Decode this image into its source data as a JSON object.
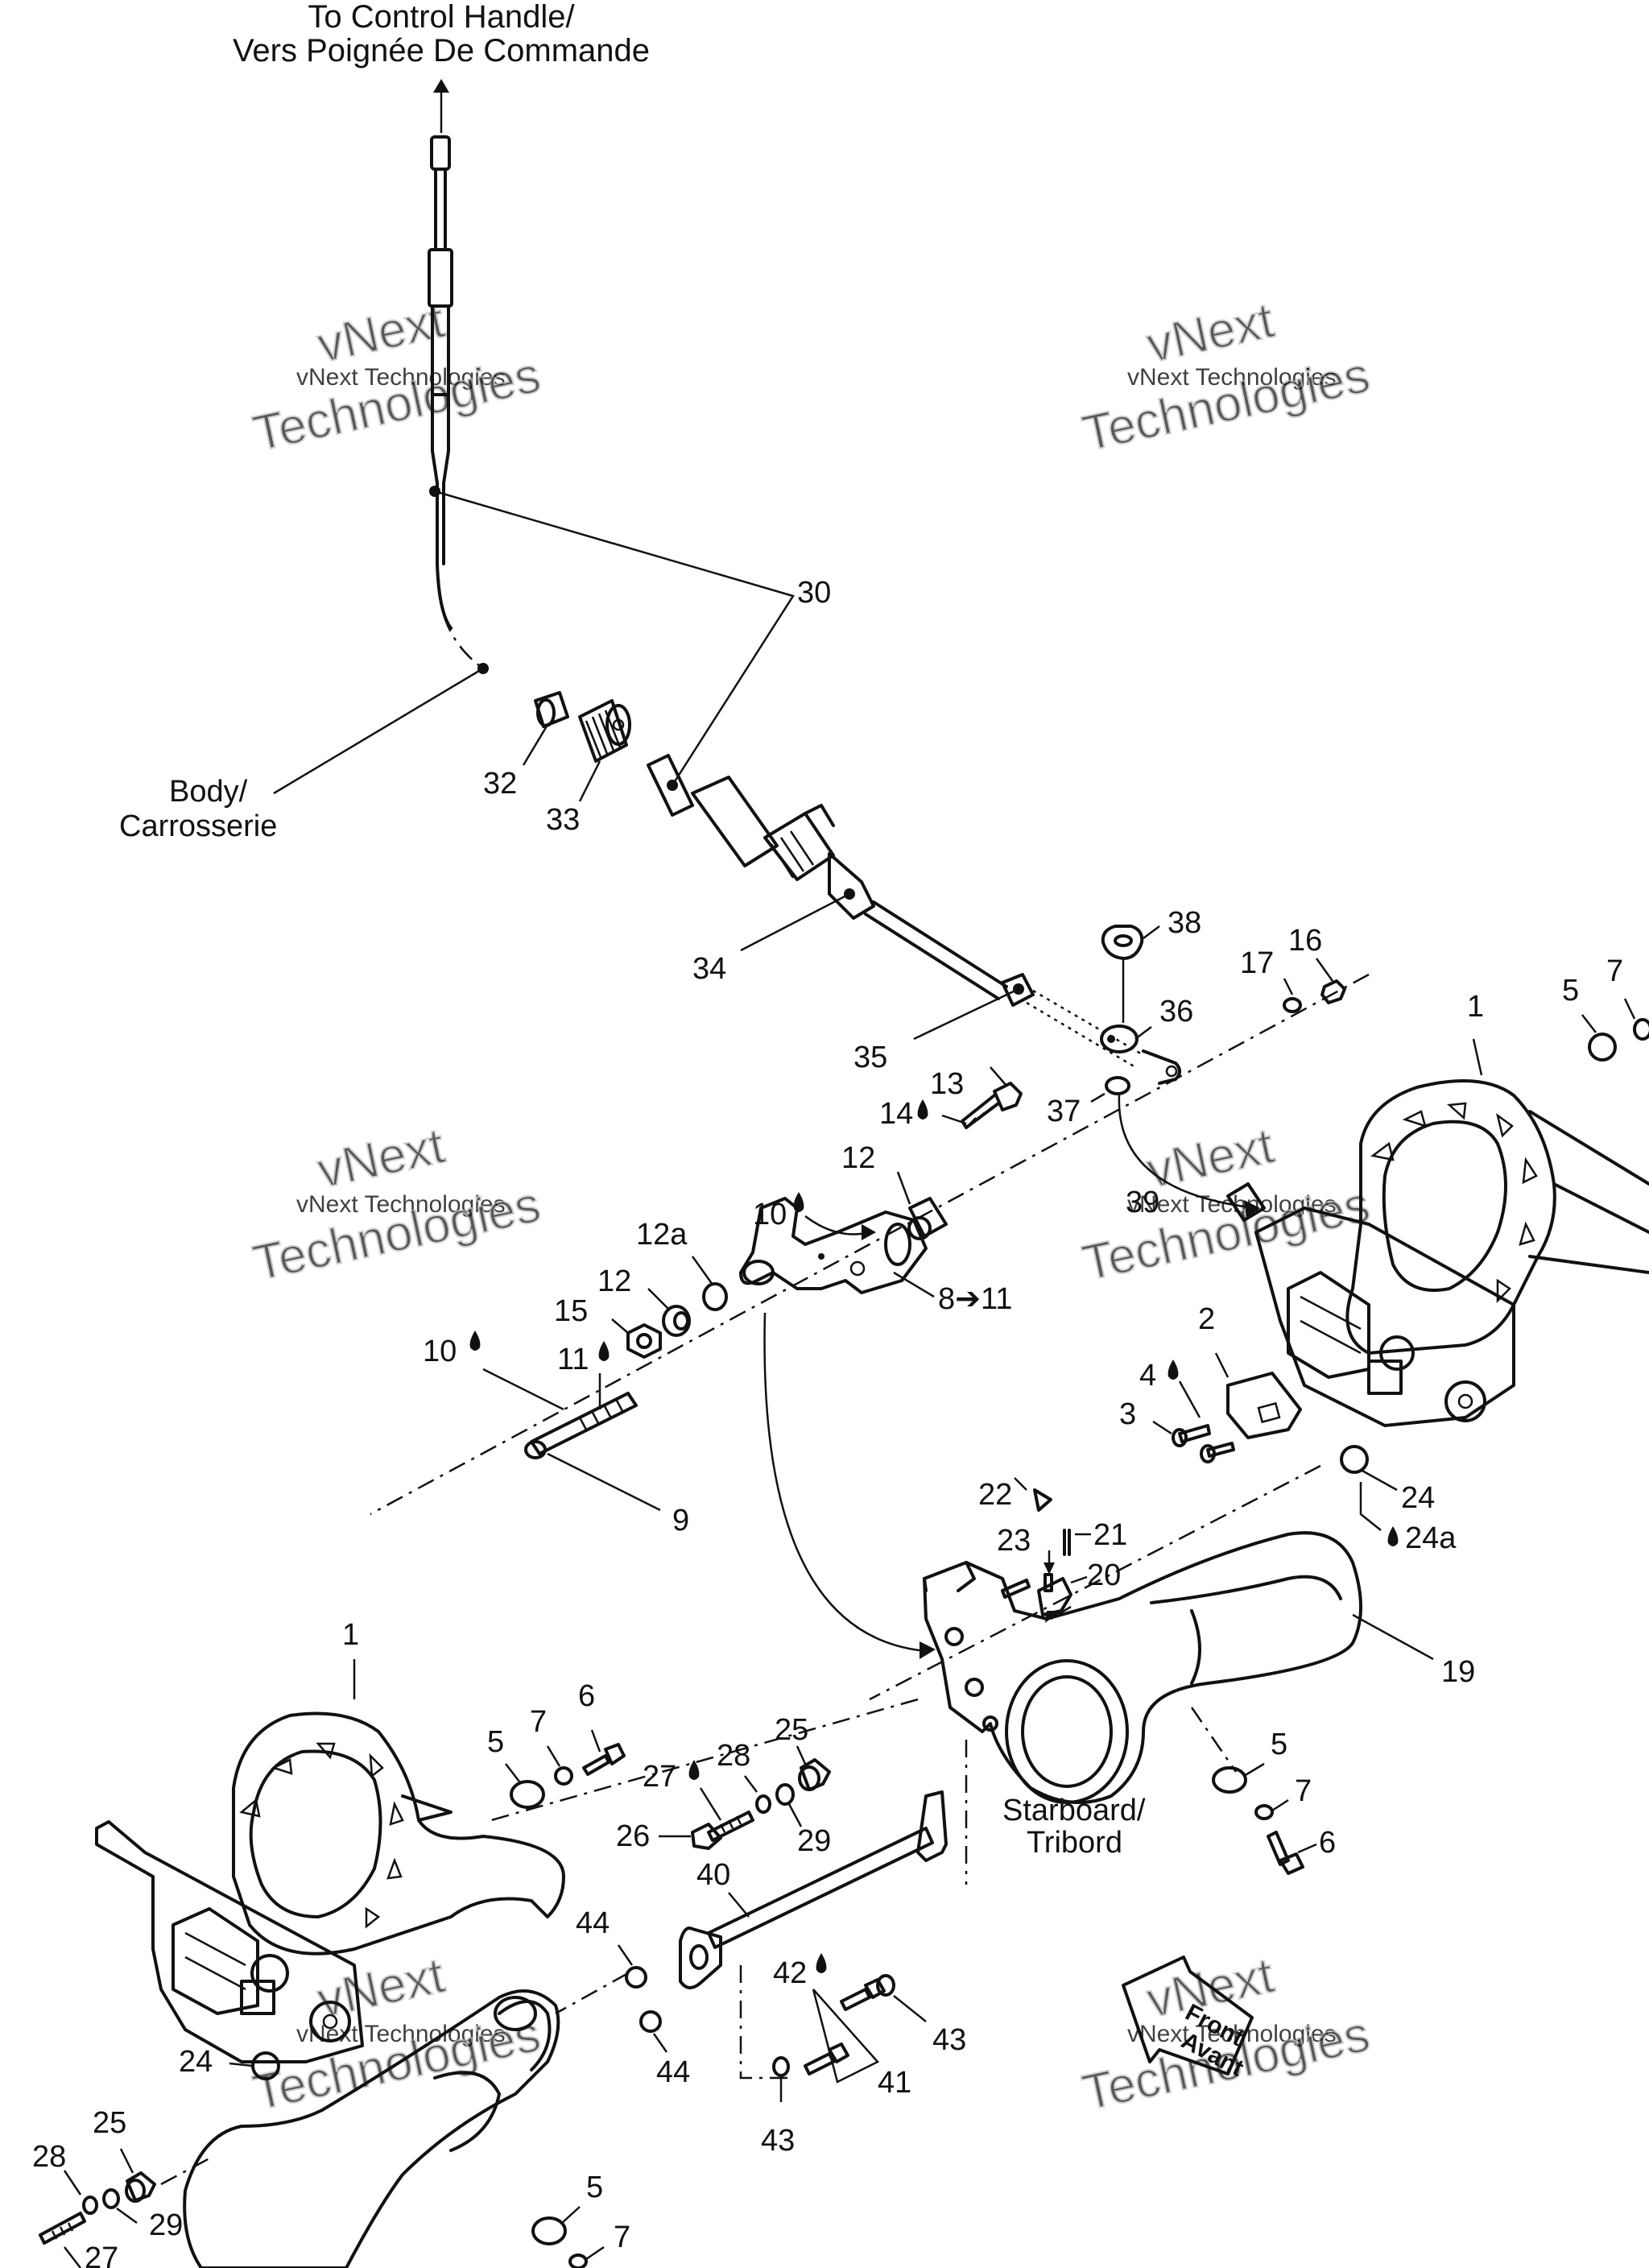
{
  "header": {
    "line1": "To Control Handle/",
    "line2": "Vers Poignée De Commande"
  },
  "labels": {
    "body_line1": "Body/",
    "body_line2": "Carrosserie",
    "starboard_line1": "Starboard/",
    "starboard_line2": "Tribord",
    "front": "Front",
    "avant": "Avant"
  },
  "callouts": {
    "c30": "30",
    "c32": "32",
    "c33": "33",
    "c34": "34",
    "c35": "35",
    "c36": "36",
    "c37": "37",
    "c38": "38",
    "c39": "39",
    "c17": "17",
    "c16": "16",
    "c1a": "1",
    "c5a": "5",
    "c7a": "7",
    "c13": "13",
    "c14": "14",
    "c12a_top": "12",
    "c10a": "10",
    "c12a": "12a",
    "c12b": "12",
    "c15": "15",
    "c8_11": "8➔11",
    "c10b": "10",
    "c11": "11",
    "c9": "9",
    "c2": "2",
    "c4": "4",
    "c3": "3",
    "c24a": "24",
    "c24a_sub": "24a",
    "c22": "22",
    "c23": "23",
    "c21": "21",
    "c20": "20",
    "c19": "19",
    "c1b": "1",
    "c5b": "5",
    "c7b": "7",
    "c6b": "6",
    "c25a": "25",
    "c28a": "28",
    "c27": "27",
    "c26": "26",
    "c29a": "29",
    "c5c": "5",
    "c7c": "7",
    "c6c": "6",
    "c40": "40",
    "c44a": "44",
    "c44b": "44",
    "c42": "42",
    "c43a": "43",
    "c41": "41",
    "c43b": "43",
    "c24b": "24",
    "c25b": "25",
    "c28b": "28",
    "c29b": "29",
    "c27b": "27",
    "c5d": "5",
    "c7d": "7"
  },
  "watermark": {
    "small": "vNext Technologies",
    "big1": "vNext",
    "big2": "Technologies"
  }
}
